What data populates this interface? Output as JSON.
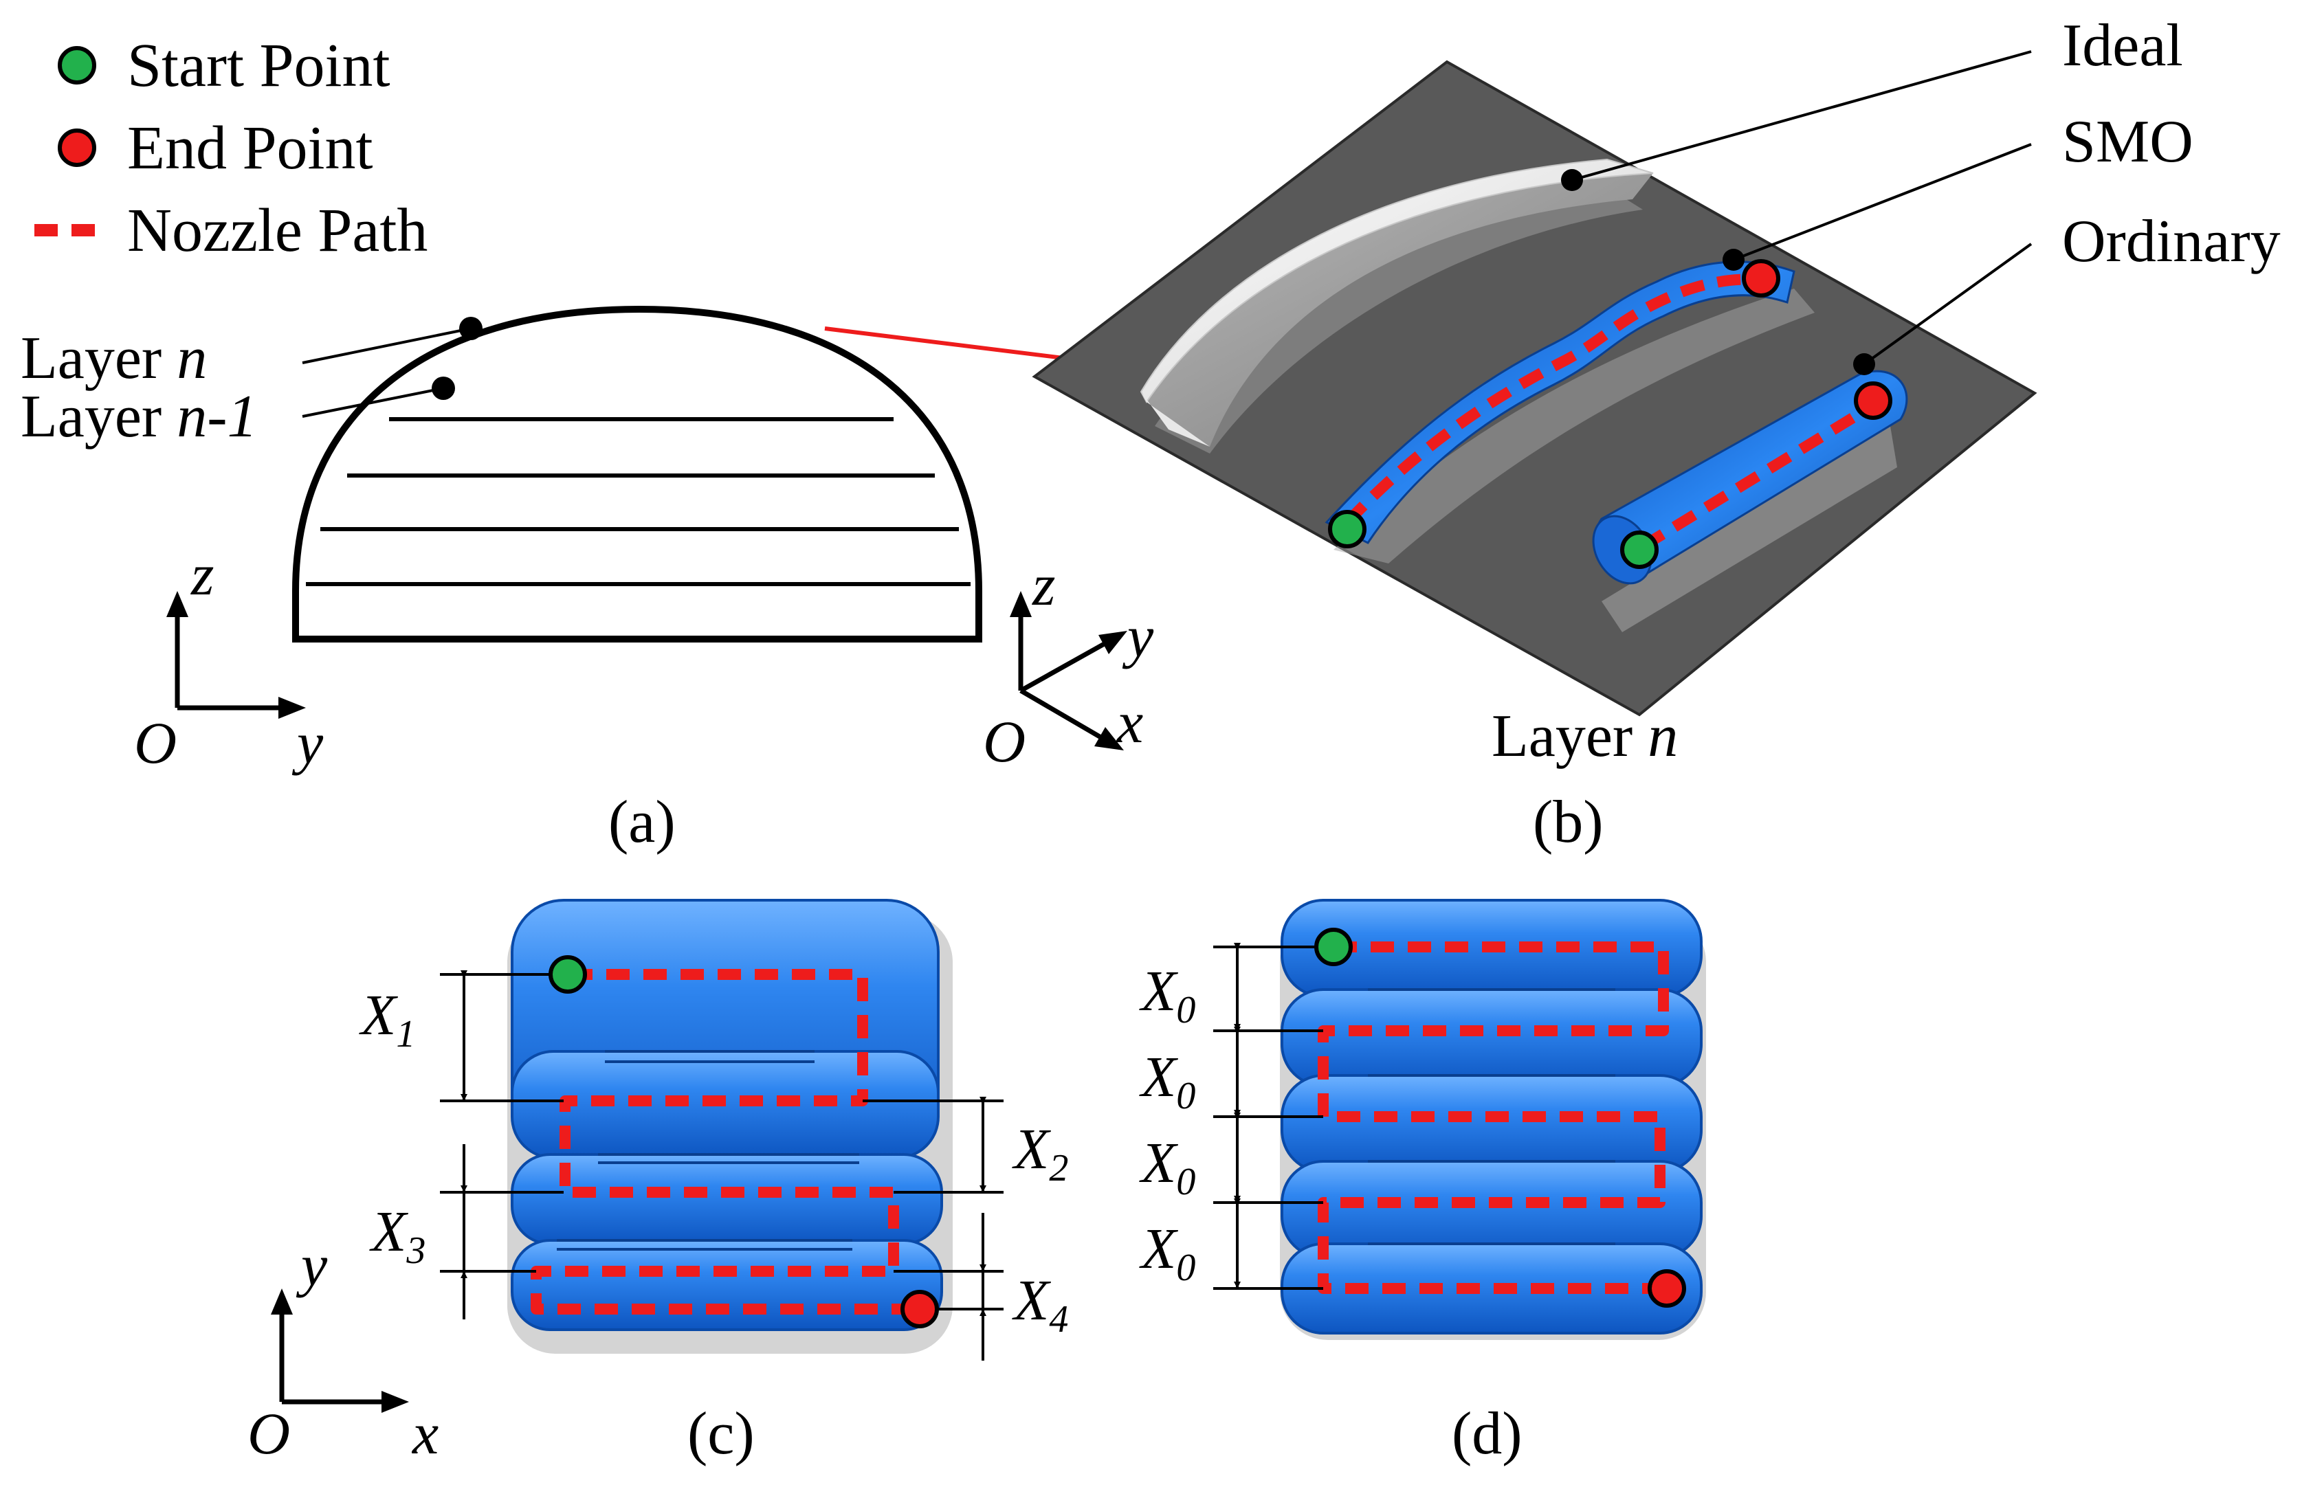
{
  "legend": {
    "start": "Start Point",
    "end": "End Point",
    "path": "Nozzle Path"
  },
  "panel_a": {
    "layer_n_prefix": "Layer ",
    "layer_n_var": "n",
    "layer_n1_prefix": "Layer ",
    "layer_n1_var": "n-1",
    "axis_origin": "O",
    "axis_vertical": "z",
    "axis_horizontal": "y",
    "caption": "(a)"
  },
  "panel_b": {
    "label_ideal": "Ideal",
    "label_smo": "SMO",
    "label_ordinary": "Ordinary",
    "layer_prefix": "Layer ",
    "layer_var": "n",
    "axis_origin": "O",
    "axis_z": "z",
    "axis_y": "y",
    "axis_x": "x",
    "caption": "(b)"
  },
  "panel_c": {
    "dims": [
      {
        "base": "X",
        "sub": "1"
      },
      {
        "base": "X",
        "sub": "2"
      },
      {
        "base": "X",
        "sub": "3"
      },
      {
        "base": "X",
        "sub": "4"
      }
    ],
    "axis_origin": "O",
    "axis_vertical": "y",
    "axis_horizontal": "x",
    "caption": "(c)"
  },
  "panel_d": {
    "dims": [
      {
        "base": "X",
        "sub": "0"
      },
      {
        "base": "X",
        "sub": "0"
      },
      {
        "base": "X",
        "sub": "0"
      },
      {
        "base": "X",
        "sub": "0"
      }
    ],
    "caption": "(d)"
  },
  "colors": {
    "start": "#22b14c",
    "end": "#ee1c1c",
    "path": "#ee1c1c",
    "bead": "#1e6fd9",
    "plate": "#5a5a5a"
  }
}
